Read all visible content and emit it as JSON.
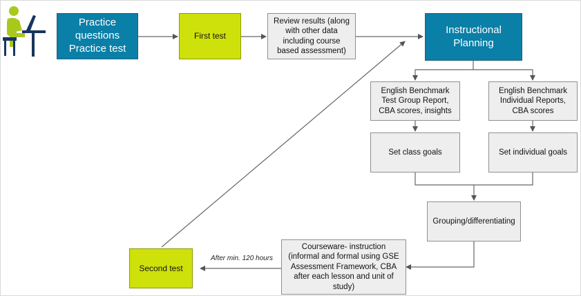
{
  "nodes": {
    "practice": "Practice questions\nPractice test",
    "first_test": "First test",
    "review": "Review results (along with other data including course based assessment)",
    "planning": "Instructional Planning",
    "group_report": "English Benchmark Test Group Report, CBA scores, insights",
    "individual_report": "English Benchmark Individual Reports, CBA scores",
    "class_goals": "Set class goals",
    "individual_goals": "Set individual goals",
    "grouping": "Grouping/differentiating",
    "courseware": "Courseware- instruction (informal and formal using GSE Assessment Framework, CBA after each lesson and unit of study)",
    "second_test": "Second test"
  },
  "edge_labels": {
    "courseware_to_second": "After min. 120 hours"
  },
  "icons": {
    "person": "student-at-computer-icon"
  },
  "colors": {
    "blue_box": "#0a7fa7",
    "lime_box": "#cfe10a",
    "grey_box": "#eeeeee",
    "icon_green": "#a8c81e",
    "icon_navy": "#17355e"
  }
}
